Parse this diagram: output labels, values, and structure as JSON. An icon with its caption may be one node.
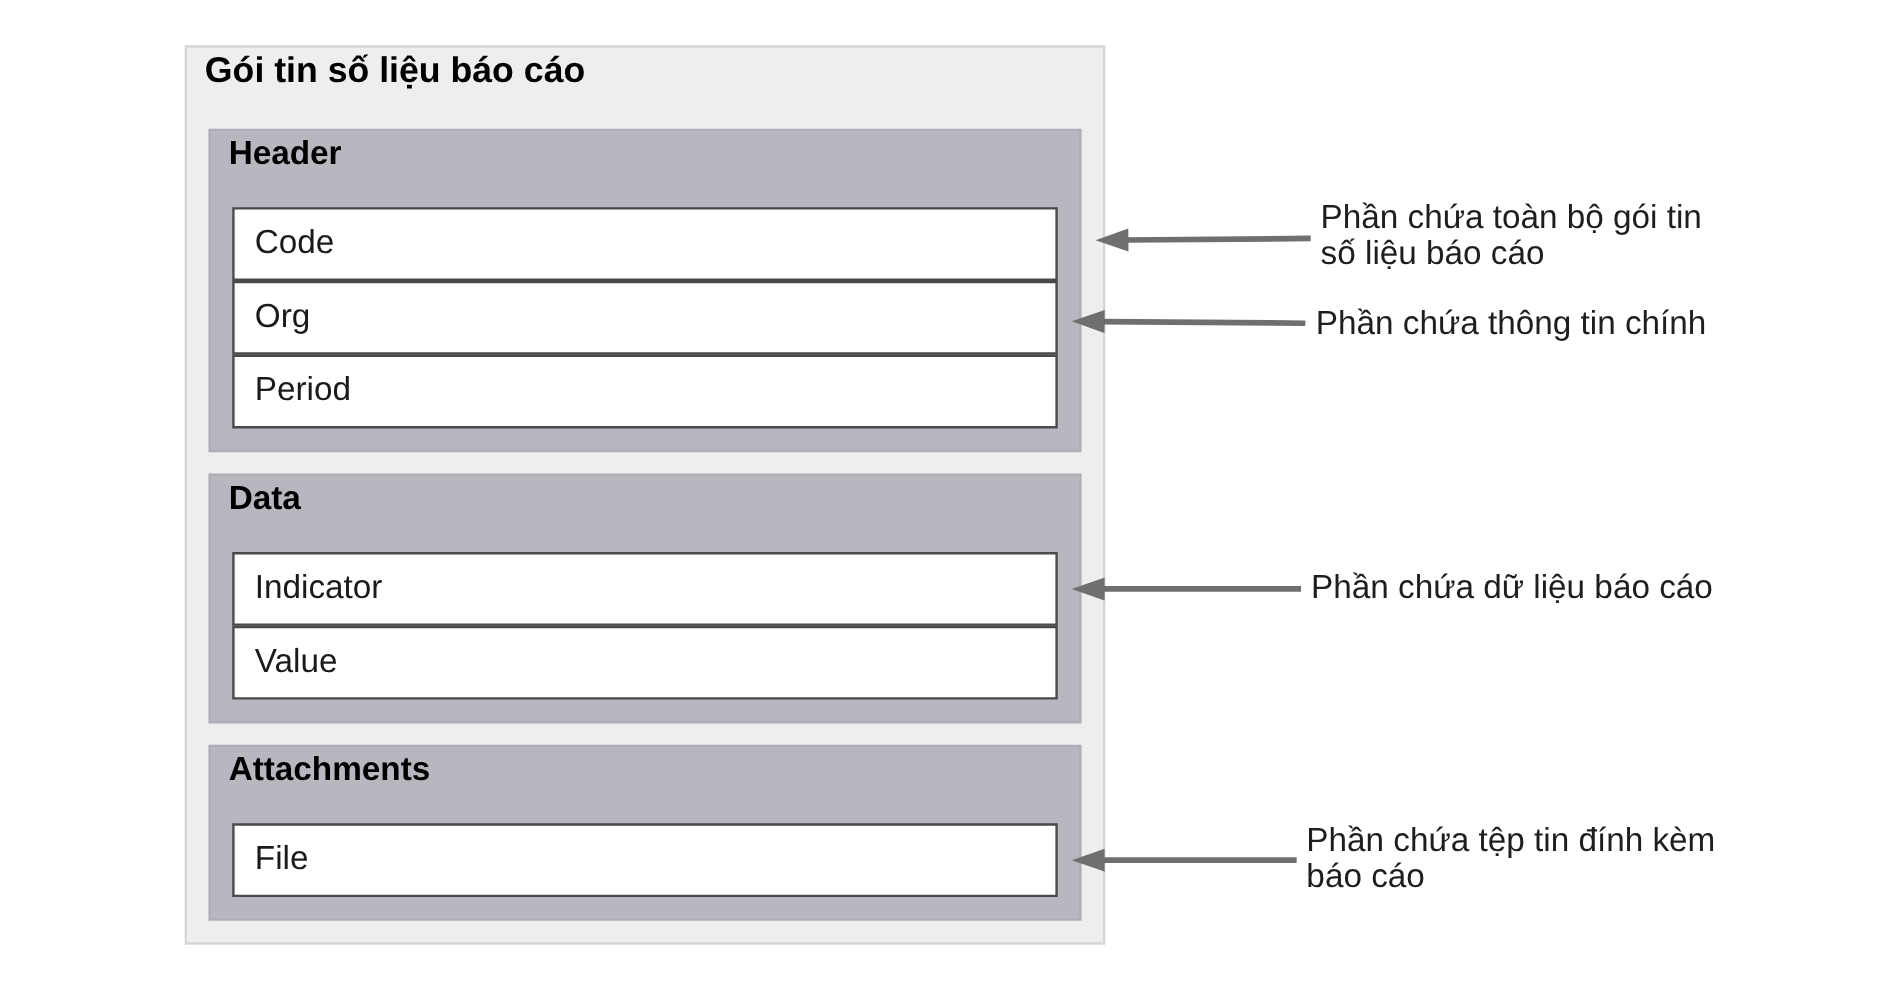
{
  "diagram": {
    "nodes": [
      {
        "text": [
          "Gói tin số liệu báo cáo"
        ]
      },
      {
        "text": [
          "Header"
        ],
        "in": 0
      },
      {
        "text": [
          "Code"
        ],
        "in": 1
      },
      {
        "text": [
          "Org"
        ],
        "in": 1
      },
      {
        "text": [
          "Period"
        ],
        "in": 1
      },
      {
        "text": [
          "Data"
        ],
        "in": 0
      },
      {
        "text": [
          "Indicator"
        ],
        "in": 5
      },
      {
        "text": [
          "Value"
        ],
        "in": 5
      },
      {
        "text": [
          "Attachments"
        ],
        "in": 0
      },
      {
        "text": [
          "File"
        ],
        "in": 8
      },
      {
        "text": [
          "Phần chứa toàn bộ gói tin số liệu báo cáo"
        ]
      },
      {
        "text": [
          "Phần chứa thông tin chính"
        ]
      },
      {
        "text": [
          "Phần chứa dữ liệu báo cáo"
        ]
      },
      {
        "text": [
          "Phần chứa tệp tin đính kèm báo cáo"
        ]
      }
    ],
    "edges": [
      {
        "from": 10,
        "to": 0,
        "arrow": "to"
      },
      {
        "from": 11,
        "to": 1,
        "arrow": "to"
      },
      {
        "from": 12,
        "to": 5,
        "arrow": "to"
      },
      {
        "from": 13,
        "to": 8,
        "arrow": "to"
      }
    ]
  }
}
